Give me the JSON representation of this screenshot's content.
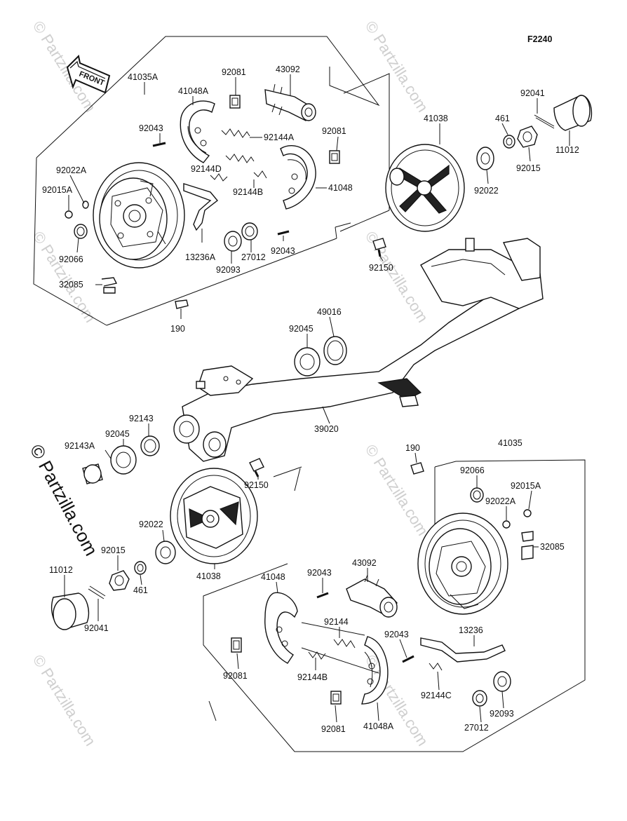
{
  "diagram": {
    "figure_code": "F2240",
    "front_arrow_label": "FRONT",
    "watermark": "© Partzilla.com",
    "labels": {
      "l41035A": "41035A",
      "l41048A_top": "41048A",
      "l92081_top1": "92081",
      "l43092_top": "43092",
      "l92043_top1": "92043",
      "l92144A": "92144A",
      "l92081_top2": "92081",
      "l92022A_left": "92022A",
      "l92015A_left": "92015A",
      "l92144D": "92144D",
      "l92144B_top": "92144B",
      "l41048_top": "41048",
      "l92066_left": "92066",
      "l13236A": "13236A",
      "l27012_top": "27012",
      "l92043_top2": "92043",
      "l92093_top": "92093",
      "l32085_left": "32085",
      "l190_top": "190",
      "l41038_top": "41038",
      "l461_top": "461",
      "l92041_top": "92041",
      "l11012_top": "11012",
      "l92015_top": "92015",
      "l92022_top": "92022",
      "l92150_top": "92150",
      "l49016": "49016",
      "l92045_center": "92045",
      "l39020": "39020",
      "l92143": "92143",
      "l92045_left": "92045",
      "l92143A": "92143A",
      "l92150_mid": "92150",
      "l92022_bottom": "92022",
      "l92015_bottom": "92015",
      "l461_bottom": "461",
      "l41038_bottom": "41038",
      "l11012_bottom": "11012",
      "l92041_bottom": "92041",
      "l190_bottom": "190",
      "l41035": "41035",
      "l92066_right": "92066",
      "l92015A_right": "92015A",
      "l92022A_right": "92022A",
      "l32085_right": "32085",
      "l41048_bottom": "41048",
      "l92043_bottom1": "92043",
      "l43092_bottom": "43092",
      "l13236": "13236",
      "l92144": "92144",
      "l92043_bottom2": "92043",
      "l92081_bottom1": "92081",
      "l92144B_bottom": "92144B",
      "l92144C": "92144C",
      "l92093_bottom": "92093",
      "l27012_bottom": "27012",
      "l92081_bottom2": "92081",
      "l41048A_bottom": "41048A"
    }
  }
}
